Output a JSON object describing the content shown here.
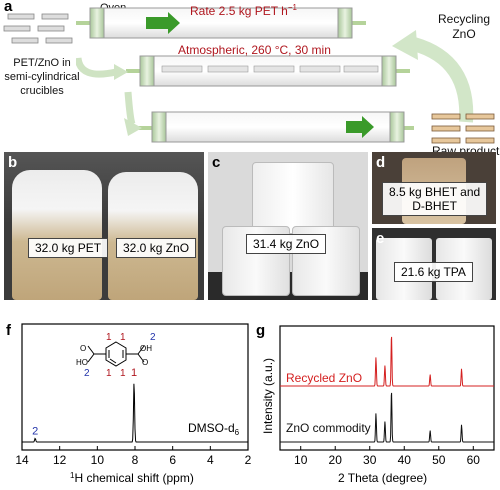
{
  "panels": {
    "a": "a",
    "b": "b",
    "c": "c",
    "d": "d",
    "e": "e",
    "f": "f",
    "g": "g"
  },
  "a": {
    "crucible_label": [
      "PET/ZnO in",
      "semi-cylindrical",
      "crucibles"
    ],
    "oven_label": "Oven",
    "rate_text": "Rate 2.5 kg PET h",
    "rate_sup": "−1",
    "condition_text": "Atmospheric, 260 °C, 30 min",
    "recycling_label": [
      "Recycling",
      "ZnO"
    ],
    "raw_product_label": "Raw product"
  },
  "photo_labels": {
    "b_pet": "32.0 kg PET",
    "b_zno": "32.0 kg ZnO",
    "c_zno": "31.4 kg ZnO",
    "d_bhet": [
      "8.5 kg BHET and",
      "D-BHET"
    ],
    "e_tpa": "21.6 kg TPA"
  },
  "f": {
    "solvent": "DMSO-d",
    "solvent_sub": "6",
    "xlabel_prefix": "1",
    "xlabel": "H chemical shift (ppm)",
    "mol_labels": {
      "oh": "OH",
      "ho": "HO",
      "o": "O"
    }
  },
  "g": {
    "ylabel": "Intensity (a.u.)",
    "xlabel": "2 Theta (degree)"
  },
  "chart_data": [
    {
      "type": "line",
      "panel": "f",
      "xlabel": "1H chemical shift (ppm)",
      "xlim": [
        14,
        2
      ],
      "x_ticks": [
        "14",
        "12",
        "10",
        "8",
        "6",
        "4",
        "2"
      ],
      "peaks": [
        {
          "shift": 13.3,
          "label": "2",
          "relative_height": 0.06
        },
        {
          "shift": 8.05,
          "label": "1",
          "relative_height": 1.0
        }
      ],
      "annotations": [
        "DMSO-d6"
      ]
    },
    {
      "type": "line",
      "panel": "g",
      "xlabel": "2 Theta (degree)",
      "ylabel": "Intensity (a.u.)",
      "xlim": [
        4,
        66
      ],
      "x_ticks": [
        "10",
        "20",
        "30",
        "40",
        "50",
        "60"
      ],
      "series": [
        {
          "name": "Recycled ZnO",
          "color": "#d42020",
          "peaks": [
            [
              31.8,
              0.55
            ],
            [
              34.4,
              0.4
            ],
            [
              36.3,
              1.0
            ],
            [
              47.5,
              0.22
            ],
            [
              56.6,
              0.33
            ]
          ]
        },
        {
          "name": "ZnO commodity",
          "color": "#111111",
          "peaks": [
            [
              31.8,
              0.55
            ],
            [
              34.4,
              0.4
            ],
            [
              36.3,
              1.0
            ],
            [
              47.5,
              0.22
            ],
            [
              56.6,
              0.33
            ]
          ]
        }
      ]
    }
  ],
  "colors": {
    "red_text": "#b0171f",
    "arrow_green": "#3a9a2a",
    "blue_label": "#2233aa",
    "pale_arrow": "#d2e6c8"
  }
}
